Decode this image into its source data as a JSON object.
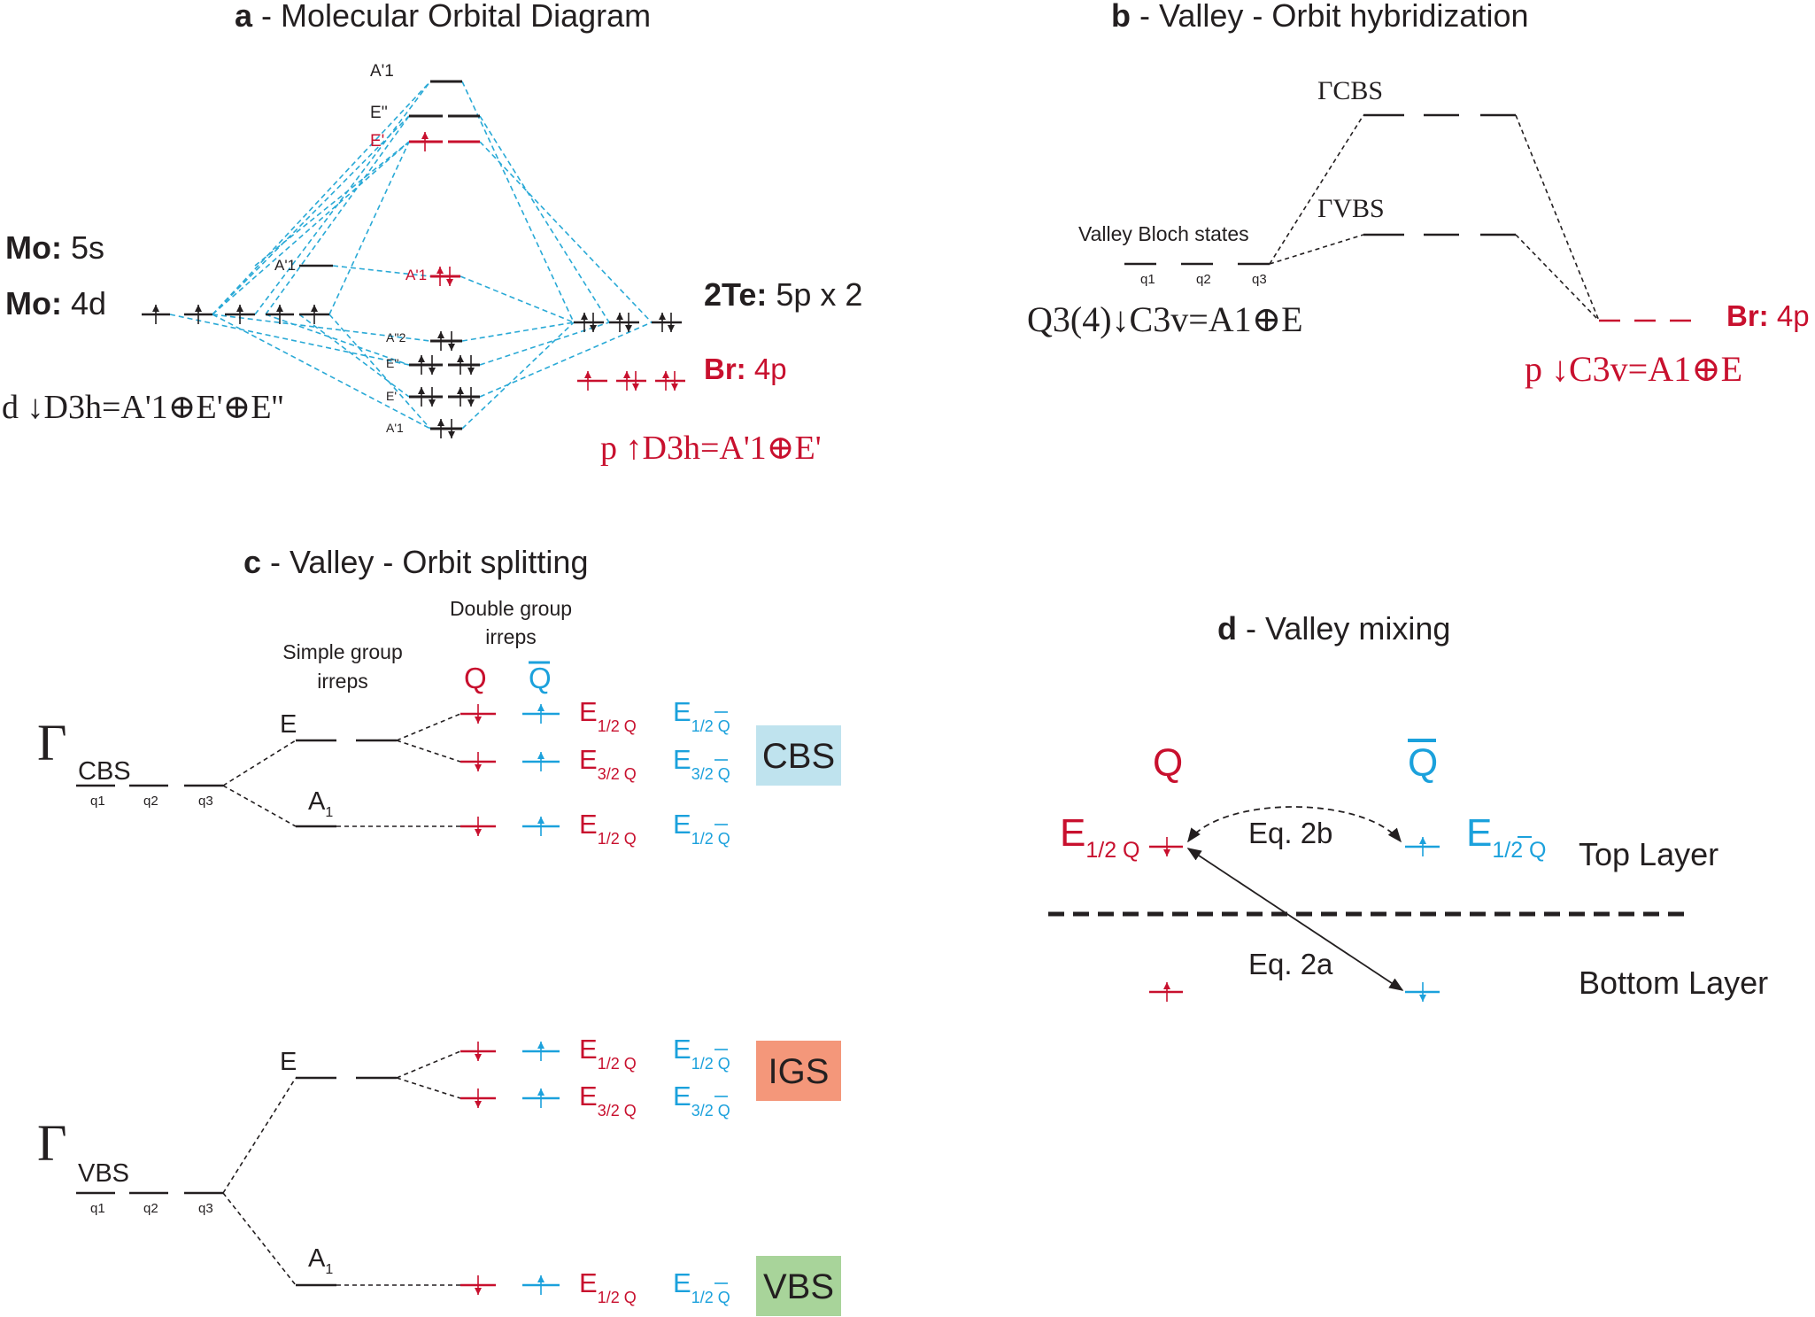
{
  "colors": {
    "red": "#c8102e",
    "blue": "#1ba1dc",
    "cyan_line": "#29a9d6",
    "cbs_box": "#bfe3ee",
    "igs_box": "#f4977a",
    "vbs_box": "#a8d49a",
    "ink": "#231f20"
  },
  "panel_a": {
    "letter": "a",
    "title": " - Molecular Orbital Diagram",
    "mo5s_bold": "Mo:",
    "mo5s_text": " 5s",
    "mo4d_bold": "Mo:",
    "mo4d_text": " 4d",
    "te_bold": "2Te:",
    "te_text": " 5p x 2",
    "br_bold": "Br:",
    "br_text": " 4p",
    "mo_levels": [
      "A'1",
      "E''",
      "E'",
      "A'1",
      "A'1",
      "A''2",
      "E''",
      "E'",
      "A'1"
    ],
    "eq_left": "d ↓D3h=A'1⊕E'⊕E''",
    "eq_right": "p ↑D3h=A'1⊕E'"
  },
  "panel_b": {
    "letter": "b",
    "title": " - Valley  - Orbit hybridization",
    "gamma_cbs": "ΓCBS",
    "gamma_vbs": "ΓVBS",
    "valley_bloch": "Valley Bloch states",
    "q_labels": [
      "q1",
      "q2",
      "q3"
    ],
    "eq_left": "Q3(4)↓C3v=A1⊕E",
    "br_bold": "Br:",
    "br_text": " 4p",
    "eq_right": "p ↓C3v=A1⊕E"
  },
  "panel_c": {
    "letter": "c",
    "title": " - Valley  - Orbit splitting",
    "double_group_1": "Double group",
    "double_group_2": "irreps",
    "simple_group_1": "Simple group",
    "simple_group_2": "irreps",
    "q_label": "Q",
    "qbar_label": "Q",
    "gamma_cbs": "ΓCBS",
    "gamma_vbs": "ΓVBS",
    "q_labels": [
      "q1",
      "q2",
      "q3"
    ],
    "irrep_e": "E",
    "irrep_a1": "A1",
    "red_states": [
      "E1/2 Q",
      "E3/2 Q",
      "E1/2 Q"
    ],
    "blue_states": [
      "E1/2 Q",
      "E3/2 Q",
      "E1/2 Q"
    ],
    "box_cbs": "CBS",
    "box_igs": "IGS",
    "box_vbs": "VBS"
  },
  "panel_d": {
    "letter": "d",
    "title": " - Valley  mixing",
    "q_label": "Q",
    "qbar_label": "Q",
    "red_state": "E1/2 Q",
    "blue_state": "E1/2 Q",
    "eq2b": "Eq. 2b",
    "eq2a": "Eq. 2a",
    "top_layer": "Top Layer",
    "bottom_layer": "Bottom Layer"
  }
}
